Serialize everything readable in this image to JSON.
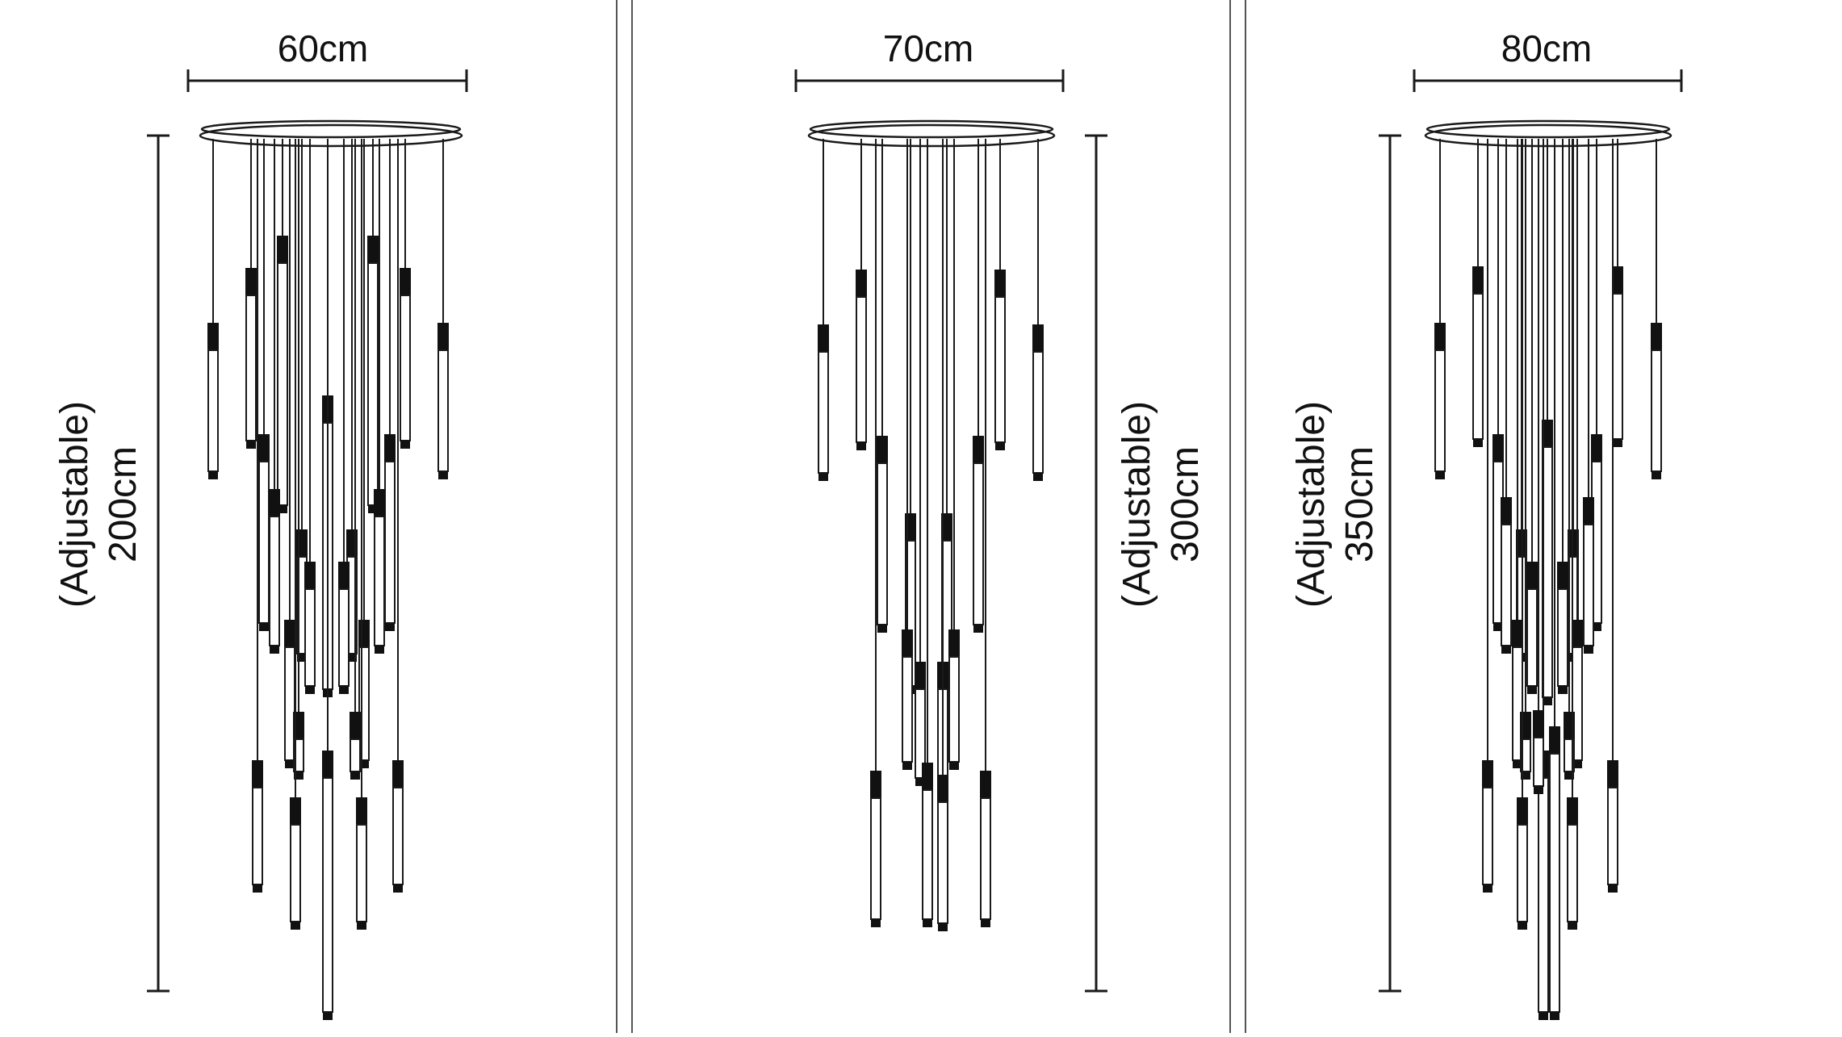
{
  "colors": {
    "background": "#ffffff",
    "line": "#1a1a1a",
    "cap": "#111111",
    "divider": "#555555"
  },
  "panels": [
    {
      "width_label": "60cm",
      "height_label_line1": "(Adjustable)",
      "height_label_line2": "200cm",
      "height_label_side": "left",
      "pendant_count": 24
    },
    {
      "width_label": "70cm",
      "height_label_line1": "(Adjustable)",
      "height_label_line2": "300cm",
      "height_label_side": "right",
      "pendant_count": 16
    },
    {
      "width_label": "80cm",
      "height_label_line1": "(Adjustable)",
      "height_label_line2": "350cm",
      "height_label_side": "left",
      "pendant_count": 24
    }
  ]
}
